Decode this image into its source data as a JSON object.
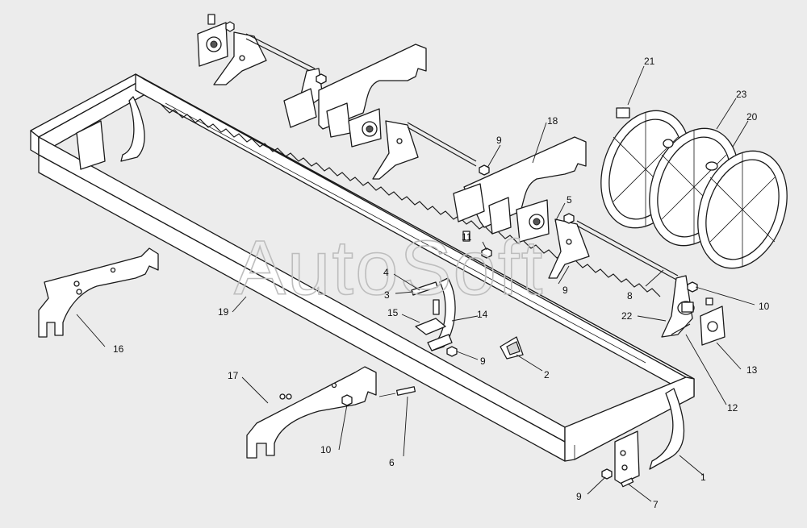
{
  "watermark": "AutoSoft",
  "callouts": [
    {
      "label": "1"
    },
    {
      "label": "2"
    },
    {
      "label": "3"
    },
    {
      "label": "4"
    },
    {
      "label": "5"
    },
    {
      "label": "6"
    },
    {
      "label": "7"
    },
    {
      "label": "8"
    },
    {
      "label": "9"
    },
    {
      "label": "9"
    },
    {
      "label": "9"
    },
    {
      "label": "9"
    },
    {
      "label": "9"
    },
    {
      "label": "10"
    },
    {
      "label": "10"
    },
    {
      "label": "11"
    },
    {
      "label": "12"
    },
    {
      "label": "13"
    },
    {
      "label": "14"
    },
    {
      "label": "15"
    },
    {
      "label": "16"
    },
    {
      "label": "17"
    },
    {
      "label": "18"
    },
    {
      "label": "19"
    },
    {
      "label": "20"
    },
    {
      "label": "21"
    },
    {
      "label": "22"
    },
    {
      "label": "23"
    }
  ]
}
